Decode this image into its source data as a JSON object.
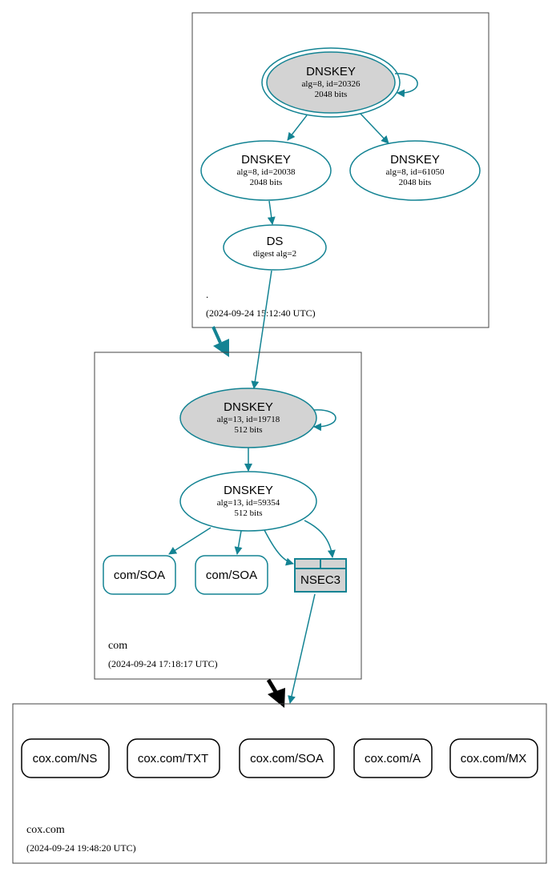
{
  "colors": {
    "edge": "#138393",
    "black": "#000000",
    "ksk_fill": "#d3d3d3",
    "zone_border": "#444444"
  },
  "zones": {
    "root": {
      "name": ".",
      "timestamp": "(2024-09-24 15:12:40 UTC)",
      "nodes": {
        "ksk": {
          "title": "DNSKEY",
          "line1": "alg=8, id=20326",
          "line2": "2048 bits"
        },
        "zsk1": {
          "title": "DNSKEY",
          "line1": "alg=8, id=20038",
          "line2": "2048 bits"
        },
        "zsk2": {
          "title": "DNSKEY",
          "line1": "alg=8, id=61050",
          "line2": "2048 bits"
        },
        "ds": {
          "title": "DS",
          "line1": "digest alg=2"
        }
      }
    },
    "com": {
      "name": "com",
      "timestamp": "(2024-09-24 17:18:17 UTC)",
      "nodes": {
        "ksk": {
          "title": "DNSKEY",
          "line1": "alg=13, id=19718",
          "line2": "512 bits"
        },
        "zsk": {
          "title": "DNSKEY",
          "line1": "alg=13, id=59354",
          "line2": "512 bits"
        },
        "soa1": {
          "label": "com/SOA"
        },
        "soa2": {
          "label": "com/SOA"
        },
        "nsec3": {
          "label": "NSEC3"
        }
      }
    },
    "cox": {
      "name": "cox.com",
      "timestamp": "(2024-09-24 19:48:20 UTC)",
      "records": {
        "ns": "cox.com/NS",
        "txt": "cox.com/TXT",
        "soa": "cox.com/SOA",
        "a": "cox.com/A",
        "mx": "cox.com/MX"
      }
    }
  }
}
